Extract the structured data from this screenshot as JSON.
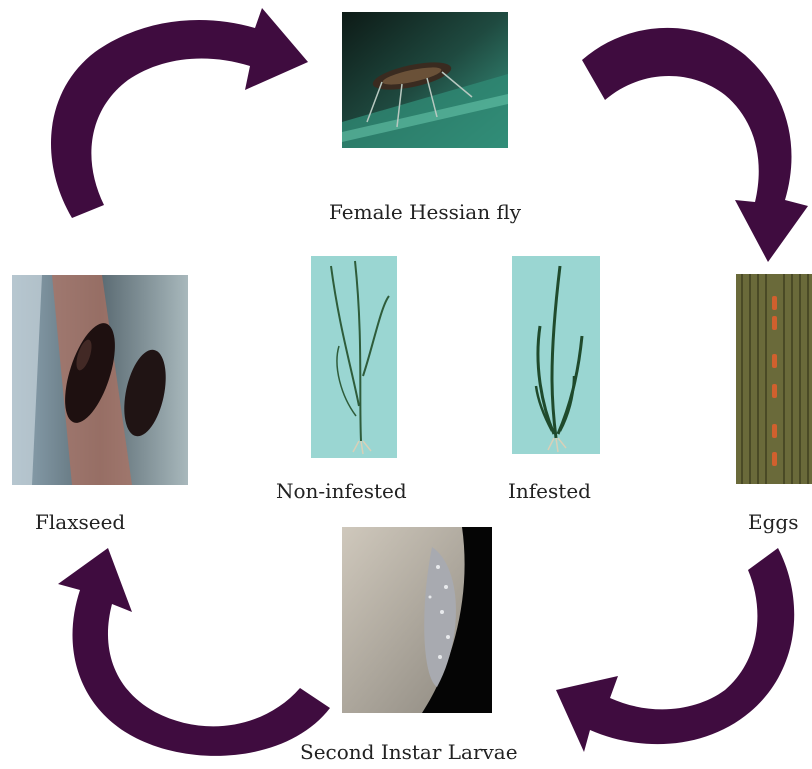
{
  "diagram": {
    "stages": {
      "adult": {
        "label": "Female Hessian fly",
        "icon": "hessian-fly-photo"
      },
      "eggs": {
        "label": "Eggs",
        "icon": "eggs-on-leaf-photo"
      },
      "larvae": {
        "label": "Second Instar Larvae",
        "icon": "larvae-photo"
      },
      "flaxseed": {
        "label": "Flaxseed",
        "icon": "flaxseed-pupa-photo"
      }
    },
    "comparison": {
      "non_infested": {
        "label": "Non-infested",
        "icon": "healthy-wheat-photo"
      },
      "infested": {
        "label": "Infested",
        "icon": "infested-wheat-photo"
      }
    },
    "arrow_color": "#3f0c3f"
  }
}
